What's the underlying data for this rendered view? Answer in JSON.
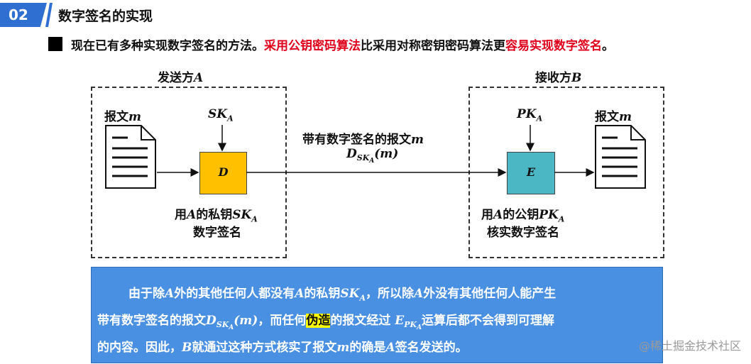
{
  "header": {
    "badge": "02",
    "title": "数字签名的实现"
  },
  "intro": {
    "part1": "现在已有多种实现数字签名的方法。",
    "part2": "采用公钥密码算法",
    "part3": "比采用对称密钥密码算法更",
    "part4": "容易实现数字签名",
    "part5": "。"
  },
  "sender": {
    "title_prefix": "发送方",
    "title_var": "A",
    "message_prefix": "报文",
    "message_var": "m",
    "key_main": "SK",
    "key_sub": "A",
    "box_label": "D",
    "caption_line1_prefix": "用",
    "caption_line1_var": "A",
    "caption_line1_mid": "的私钥",
    "caption_key_main": "SK",
    "caption_key_sub": "A",
    "caption_line2": "数字签名"
  },
  "receiver": {
    "title_prefix": "接收方",
    "title_var": "B",
    "message_prefix": "报文",
    "message_var": "m",
    "key_main": "PK",
    "key_sub": "A",
    "box_label": "E",
    "caption_line1_prefix": "用",
    "caption_line1_var": "A",
    "caption_line1_mid": "的公钥",
    "caption_key_main": "PK",
    "caption_key_sub": "A",
    "caption_line2": "核实数字签名"
  },
  "channel": {
    "label_prefix": "带有数字签名的报文",
    "label_var": "m",
    "formula_main": "D",
    "formula_sub": "SK",
    "formula_subsub": "A",
    "formula_arg": "(m)"
  },
  "explanation": {
    "l1_a": "由于除",
    "l1_b": "A",
    "l1_c": "外的其他任何人都没有",
    "l1_d": "A",
    "l1_e": "的私钥",
    "l1_f": "SK",
    "l1_g": "A",
    "l1_h": "，所以除",
    "l1_i": "A",
    "l1_j": "外没有其他任何人能产生",
    "l2_a": "带有数字签名的报文",
    "l2_b": "D",
    "l2_c": "SK",
    "l2_d": "A",
    "l2_e": "(m)",
    "l2_f": "，而任何",
    "l2_g": "伪造",
    "l2_h": "的报文经过 ",
    "l2_i": "E",
    "l2_j": "PK",
    "l2_k": "A",
    "l2_l": "运算后都不会得到可理解",
    "l3_a": "的内容。因此，",
    "l3_b": "B",
    "l3_c": "就通过这种方式核实了报文",
    "l3_d": "m",
    "l3_e": "的确是",
    "l3_f": "A",
    "l3_g": "签名发送的。"
  },
  "watermark": "@稀土掘金技术社区"
}
